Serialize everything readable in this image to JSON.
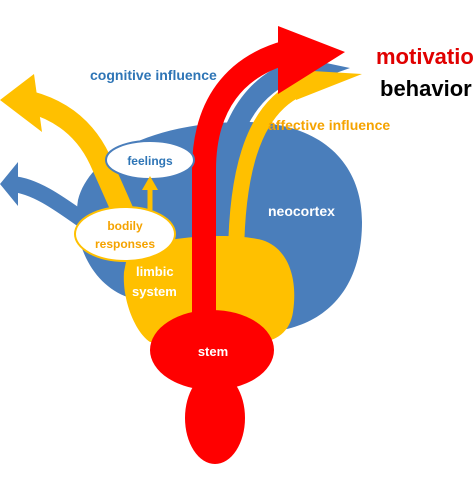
{
  "labels": {
    "motivation": "motivatio",
    "behavior": "behavior",
    "cognitive_influence": "cognitive influence",
    "affective_influence": "affective influence",
    "feelings": "feelings",
    "bodily_line1": "bodily",
    "bodily_line2": "responses",
    "limbic_line1": "limbic",
    "limbic_line2": "system",
    "neocortex": "neocortex",
    "stem": "stem"
  },
  "colors": {
    "blue": "#4A7EBB",
    "gold": "#FFC000",
    "red": "#FF0000",
    "white": "#FFFFFF",
    "label_blue": "#2E75B6",
    "label_orange": "#F5A300",
    "label_red": "#E00000",
    "label_black": "#000000"
  }
}
